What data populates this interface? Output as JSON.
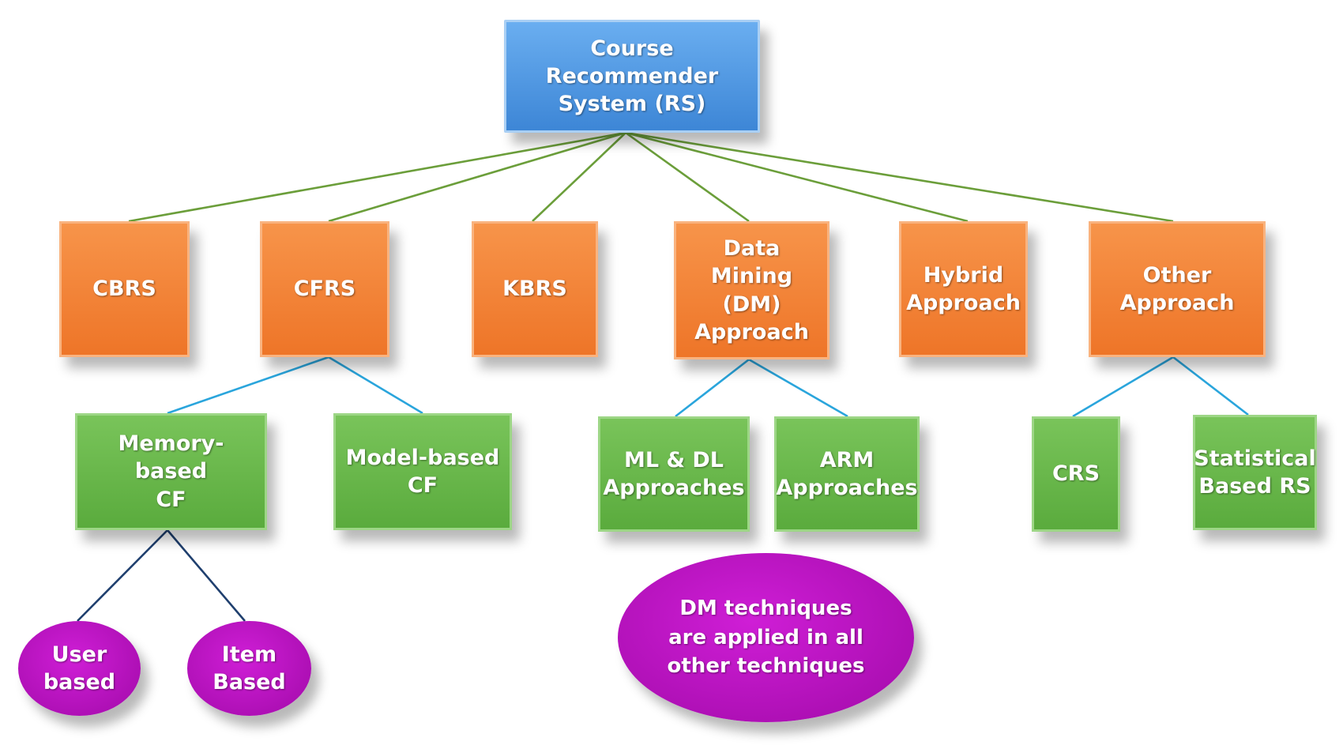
{
  "colors": {
    "root": "#4a95e2",
    "level1": "#f28036",
    "level2": "#67b648",
    "level3": "#b812bf",
    "edge_level1": "#6b9e3a",
    "edge_level2": "#2aa5dc",
    "edge_level3": "#1f3f6e"
  },
  "root": {
    "label": "Course\nRecommender\nSystem (RS)"
  },
  "level1": {
    "cbrs": "CBRS",
    "cfrs": "CFRS",
    "kbrs": "KBRS",
    "dm": "Data Mining\n(DM)\nApproach",
    "hybrid": "Hybrid\nApproach",
    "other": "Other\nApproach"
  },
  "level2": {
    "memory": "Memory-based\nCF",
    "model": "Model-based\nCF",
    "mldl": "ML & DL\nApproaches",
    "arm": "ARM\nApproaches",
    "crs": "CRS",
    "statistical": "Statistical\nBased RS"
  },
  "level3": {
    "user": "User\nbased",
    "item": "Item\nBased"
  },
  "note": {
    "label": "DM techniques\nare applied in all\nother techniques"
  }
}
